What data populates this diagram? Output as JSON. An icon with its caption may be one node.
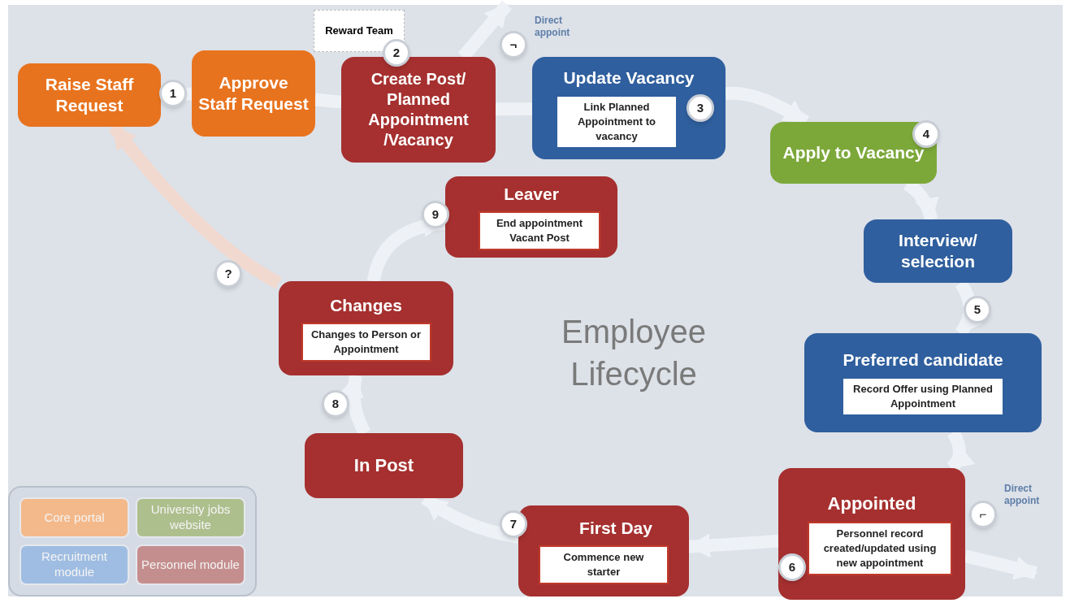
{
  "diagram": {
    "title": "Employee Lifecycle",
    "nodes": [
      {
        "text": [
          "Raise Staff Request"
        ]
      },
      {
        "text": [
          "Approve Staff Request"
        ]
      },
      {
        "text": [
          "Reward Team"
        ]
      },
      {
        "text": [
          "Create Post/ Planned Appointment /Vacancy"
        ]
      },
      {
        "text": [
          "Update Vacancy",
          "Link Planned Appointment to vacancy"
        ]
      },
      {
        "text": [
          "Apply to Vacancy"
        ]
      },
      {
        "text": [
          "Interview/ selection"
        ]
      },
      {
        "text": [
          "Preferred candidate",
          "Record Offer using Planned Appointment"
        ]
      },
      {
        "text": [
          "Appointed",
          "Personnel record created/updated using new appointment"
        ]
      },
      {
        "text": [
          "First Day",
          "Commence new starter"
        ]
      },
      {
        "text": [
          "In Post"
        ]
      },
      {
        "text": [
          "Changes",
          "Changes to Person or Appointment"
        ]
      },
      {
        "text": [
          "Leaver",
          "End appointment Vacant Post"
        ]
      }
    ],
    "edges": [
      {
        "from": 0,
        "to": 1,
        "arrow": "none"
      },
      {
        "from": 1,
        "to": 3,
        "arrow": "none"
      },
      {
        "from": 3,
        "to": 4,
        "arrow": "none"
      },
      {
        "from": 4,
        "to": 5,
        "arrow": "to"
      },
      {
        "from": 5,
        "to": 6,
        "arrow": "to"
      },
      {
        "from": 6,
        "to": 7,
        "arrow": "to"
      },
      {
        "from": 7,
        "to": 8,
        "arrow": "to"
      },
      {
        "from": 8,
        "to": 9,
        "arrow": "to"
      },
      {
        "from": 9,
        "to": 10,
        "arrow": "to"
      },
      {
        "from": 10,
        "to": 11,
        "arrow": "to"
      },
      {
        "from": 11,
        "to": 12,
        "arrow": "to"
      },
      {
        "from": 11,
        "to": 0,
        "arrow": "to",
        "color": "#f2d9cf"
      },
      {
        "from": 3,
        "to": null,
        "arrow": "to"
      },
      {
        "from": 8,
        "to": null,
        "arrow": "to"
      }
    ],
    "labels": [
      "1",
      "2",
      "3",
      "4",
      "5",
      "6",
      "7",
      "8",
      "9",
      "?",
      "¬",
      "Direct appoint",
      "⌐",
      "Direct appoint"
    ],
    "legend": [
      {
        "text": "Core portal",
        "color": "#f4b98a"
      },
      {
        "text": "University jobs website",
        "color": "#aebf8e"
      },
      {
        "text": "Recruitment module",
        "color": "#9fbde2"
      },
      {
        "text": "Personnel module",
        "color": "#c58e8e"
      }
    ]
  }
}
